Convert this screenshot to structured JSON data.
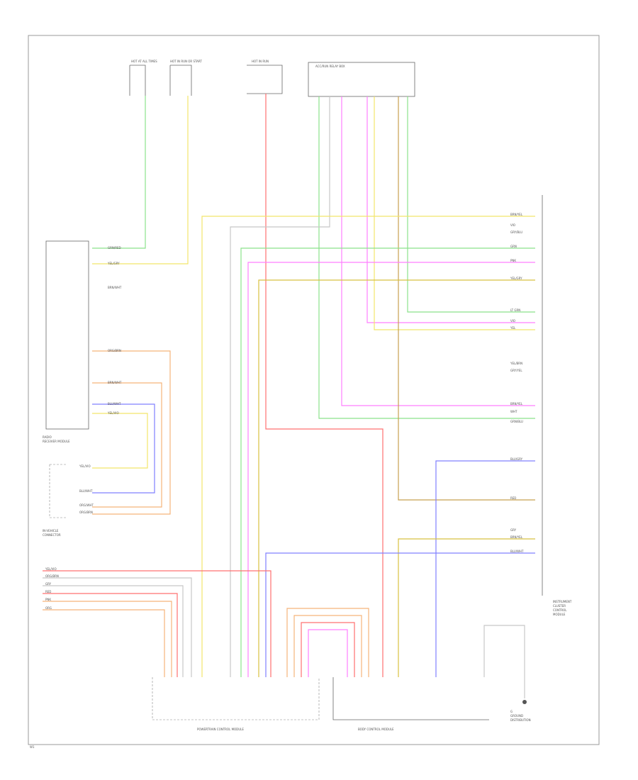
{
  "colors": {
    "green": "#8be28b",
    "yellow": "#f2e56b",
    "red": "#ff7070",
    "pink": "#ff7fff",
    "blue": "#8080ff",
    "orange": "#f5b37a",
    "tan": "#c8a050",
    "grey": "#c8c8c8",
    "dkyellow": "#d8c040"
  },
  "labels": {
    "module_left": "RADIO\nRECEIVER MODULE",
    "connector_left": "IN-VEHICLE\nCONNECTOR",
    "module_right": "INSTRUMENT\nCLUSTER\nCONTROL\nMODULE",
    "module_bottom_left": "POWERTRAIN CONTROL MODULE",
    "module_bottom_right": "BODY CONTROL MODULE",
    "ground": "G\nGROUND\nDISTRIBUTION",
    "page_mark": "W1"
  },
  "top_labels": [
    "HOT AT ALL TIMES",
    "HOT IN RUN OR START",
    "HOT IN RUN",
    "ACC/RUN RELAY BOX"
  ],
  "right_wire_labels": [
    "BRN/YEL",
    "VIO",
    "GRY/BLU",
    "GRN",
    "PNK",
    "YEL/GRY",
    "LT GRN",
    "VIO",
    "YEL",
    "YEL/BRN",
    "GRY/YEL",
    "BRN/YEL",
    "WHT",
    "GRN/BLU",
    "BLU/GRY",
    "RED",
    "GRY",
    "BRN/YEL",
    "BLU/WHT"
  ],
  "left_wire_labels": [
    "GRN/RED",
    "YEL/GRY",
    "BRN/WHT",
    "ORG/BRN",
    "BRN/WHT",
    "BLU/WHT",
    "YEL/VIO"
  ],
  "connector_labels": [
    "YEL/VIO",
    "BLU/WHT",
    "ORG/WHT",
    "ORG/BRN"
  ],
  "bottom_left_labels": [
    "YEL/VIO",
    "ORG/BRN",
    "GRY",
    "RED",
    "PNK",
    "ORG"
  ]
}
